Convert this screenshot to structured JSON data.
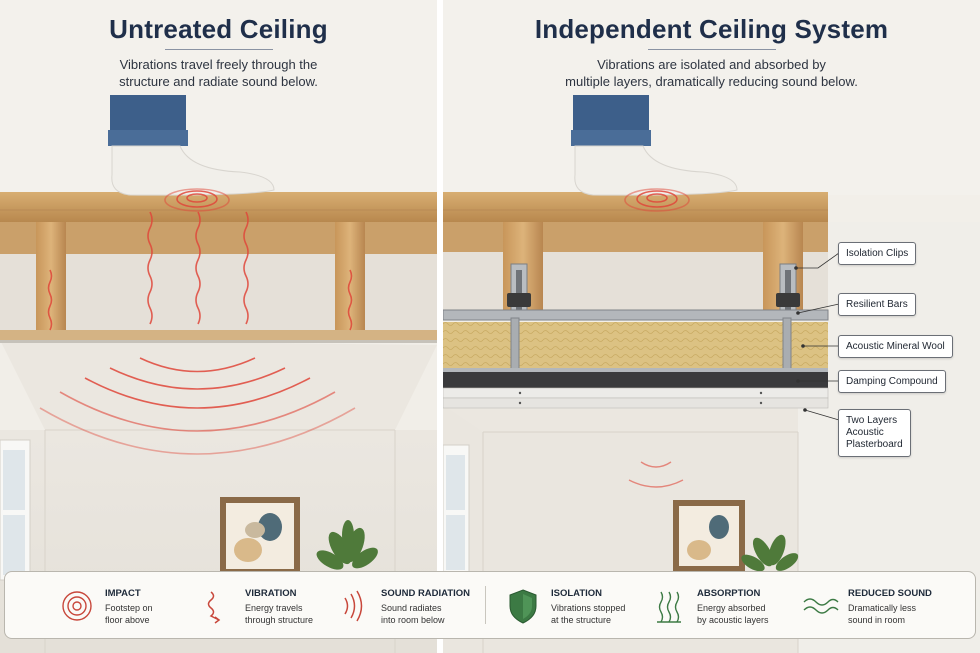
{
  "left": {
    "title": "Untreated Ceiling",
    "subtitle_line1": "Vibrations travel freely through the",
    "subtitle_line2": "structure and radiate sound below."
  },
  "right": {
    "title": "Independent Ceiling System",
    "subtitle_line1": "Vibrations are isolated and absorbed by",
    "subtitle_line2": "multiple layers, dramatically reducing sound below."
  },
  "callouts": {
    "isolation_clips": "Isolation Clips",
    "resilient_bars": "Resilient Bars",
    "mineral_wool": "Acoustic Mineral Wool",
    "damping": "Damping Compound",
    "plaster_1": "Two Layers",
    "plaster_2": "Acoustic",
    "plaster_3": "Plasterboard"
  },
  "legend": [
    {
      "title": "IMPACT",
      "line1": "Footstep on",
      "line2": "floor above",
      "icon": "impact-icon"
    },
    {
      "title": "VIBRATION",
      "line1": "Energy travels",
      "line2": "through structure",
      "icon": "vibration-icon"
    },
    {
      "title": "SOUND RADIATION",
      "line1": "Sound radiates",
      "line2": "into room below",
      "icon": "sound-radiation-icon"
    },
    {
      "title": "ISOLATION",
      "line1": "Vibrations stopped",
      "line2": "at the structure",
      "icon": "shield-icon"
    },
    {
      "title": "ABSORPTION",
      "line1": "Energy absorbed",
      "line2": "by acoustic layers",
      "icon": "absorption-icon"
    },
    {
      "title": "REDUCED SOUND",
      "line1": "Dramatically less",
      "line2": "sound in room",
      "icon": "reduced-sound-icon"
    }
  ],
  "colors": {
    "title": "#1f2f4a",
    "wave": "#e0473a",
    "wood": "#c99a5e",
    "metal": "#a8acb0",
    "wool": "#d9bf7e",
    "damping": "#3a3a3c",
    "shield": "#3c7a44"
  }
}
